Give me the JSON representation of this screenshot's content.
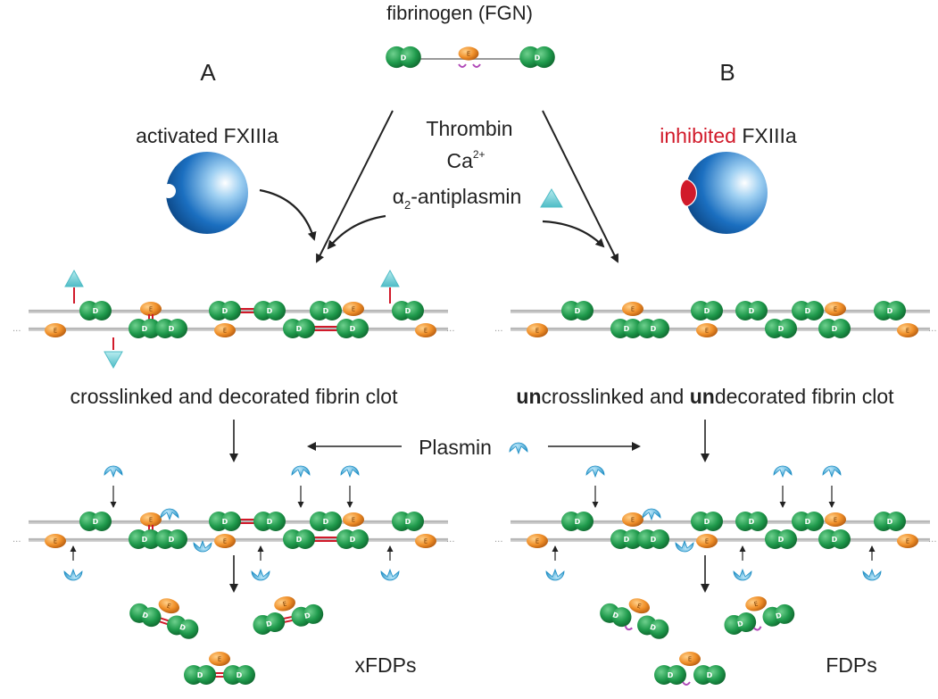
{
  "labels": {
    "fibrinogen": "fibrinogen (FGN)",
    "panel_a": "A",
    "panel_b": "B",
    "activated_prefix": "activated",
    "activated_name": "FXIIIa",
    "inhibited_prefix": "inhibited",
    "inhibited_name": "FXIIIa",
    "thrombin": "Thrombin",
    "calcium": "Ca",
    "calcium_charge": "2+",
    "antiplasmin_alpha": "α",
    "antiplasmin_sub": "2",
    "antiplasmin_rest": "-antiplasmin",
    "clot_a": "crosslinked and decorated fibrin clot",
    "clot_b_un1": "un",
    "clot_b_mid": "crosslinked and ",
    "clot_b_un2": "un",
    "clot_b_rest": "decorated fibrin clot",
    "plasmin": "Plasmin",
    "xfdps": "xFDPs",
    "fdps": "FDPs",
    "domain_d": "D",
    "domain_e": "E"
  },
  "colors": {
    "d_domain": "#1f9a4c",
    "e_domain": "#f0902a",
    "enzyme": "#1b6fc0",
    "antiplasmin": "#7fd3d8",
    "plasmin": "#39a9d9",
    "crosslink": "#d11a2a",
    "inhibitor": "#d11a2a"
  }
}
